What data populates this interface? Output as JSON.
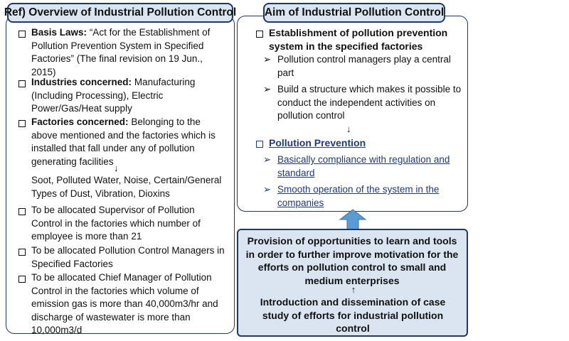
{
  "left_panel": {
    "title": "Ref) Overview of Industrial Pollution Control",
    "basis": {
      "label": "Basis Laws:",
      "text": "“Act for the Establishment of Pollution Prevention System in Specified Factories” (The final revision on 19 Jun., 2015)"
    },
    "industries": {
      "label": "Industries concerned:",
      "text": "Manufacturing (Including Processing), Electric Power/Gas/Heat supply"
    },
    "factories": {
      "label": "Factories concerned:",
      "text": "Belonging to the above mentioned and the factories which is installed that fall under any of pollution generating facilities"
    },
    "down_arrow": "↓",
    "pollution_types": "Soot, Polluted Water, Noise, Certain/General Types of Dust, Vibration, Dioxins",
    "supervisor": "To be allocated Supervisor of Pollution Control in the factories which number of employee is more than 21",
    "managers": "To be allocated Pollution Control Managers in Specified Factories",
    "chief": "To be allocated Chief Manager of Pollution Control in the factories which volume of emission gas is more than 40,000m3/hr and discharge of wastewater is more than 10,000m3/d"
  },
  "right_panel": {
    "title": "Aim of Industrial Pollution Control",
    "establishment": "Establishment of pollution prevention system in the specified factories",
    "sub_items": [
      "Pollution control managers play a central part",
      "Build a structure which makes it possible to conduct the independent activities on pollution control"
    ],
    "down_arrow": "↓",
    "prevention_heading": "Pollution Prevention",
    "prevention_items": [
      "Basically compliance with regulation and standard",
      "Smooth operation of the system in the companies"
    ],
    "bullet_glyph": "➢"
  },
  "bottom_box": {
    "text1": "Provision of opportunities to learn and tools in order to further improve motivation for the efforts on pollution control to small and medium enterprises",
    "up_arrow": "↑",
    "text2": "Introduction and dissemination of case study of efforts for industrial pollution control"
  },
  "colors": {
    "accent_fill": "#dbe5f1",
    "border": "#1f3864",
    "link": "#1f3a7a",
    "arrow": "#5b9bd5"
  }
}
